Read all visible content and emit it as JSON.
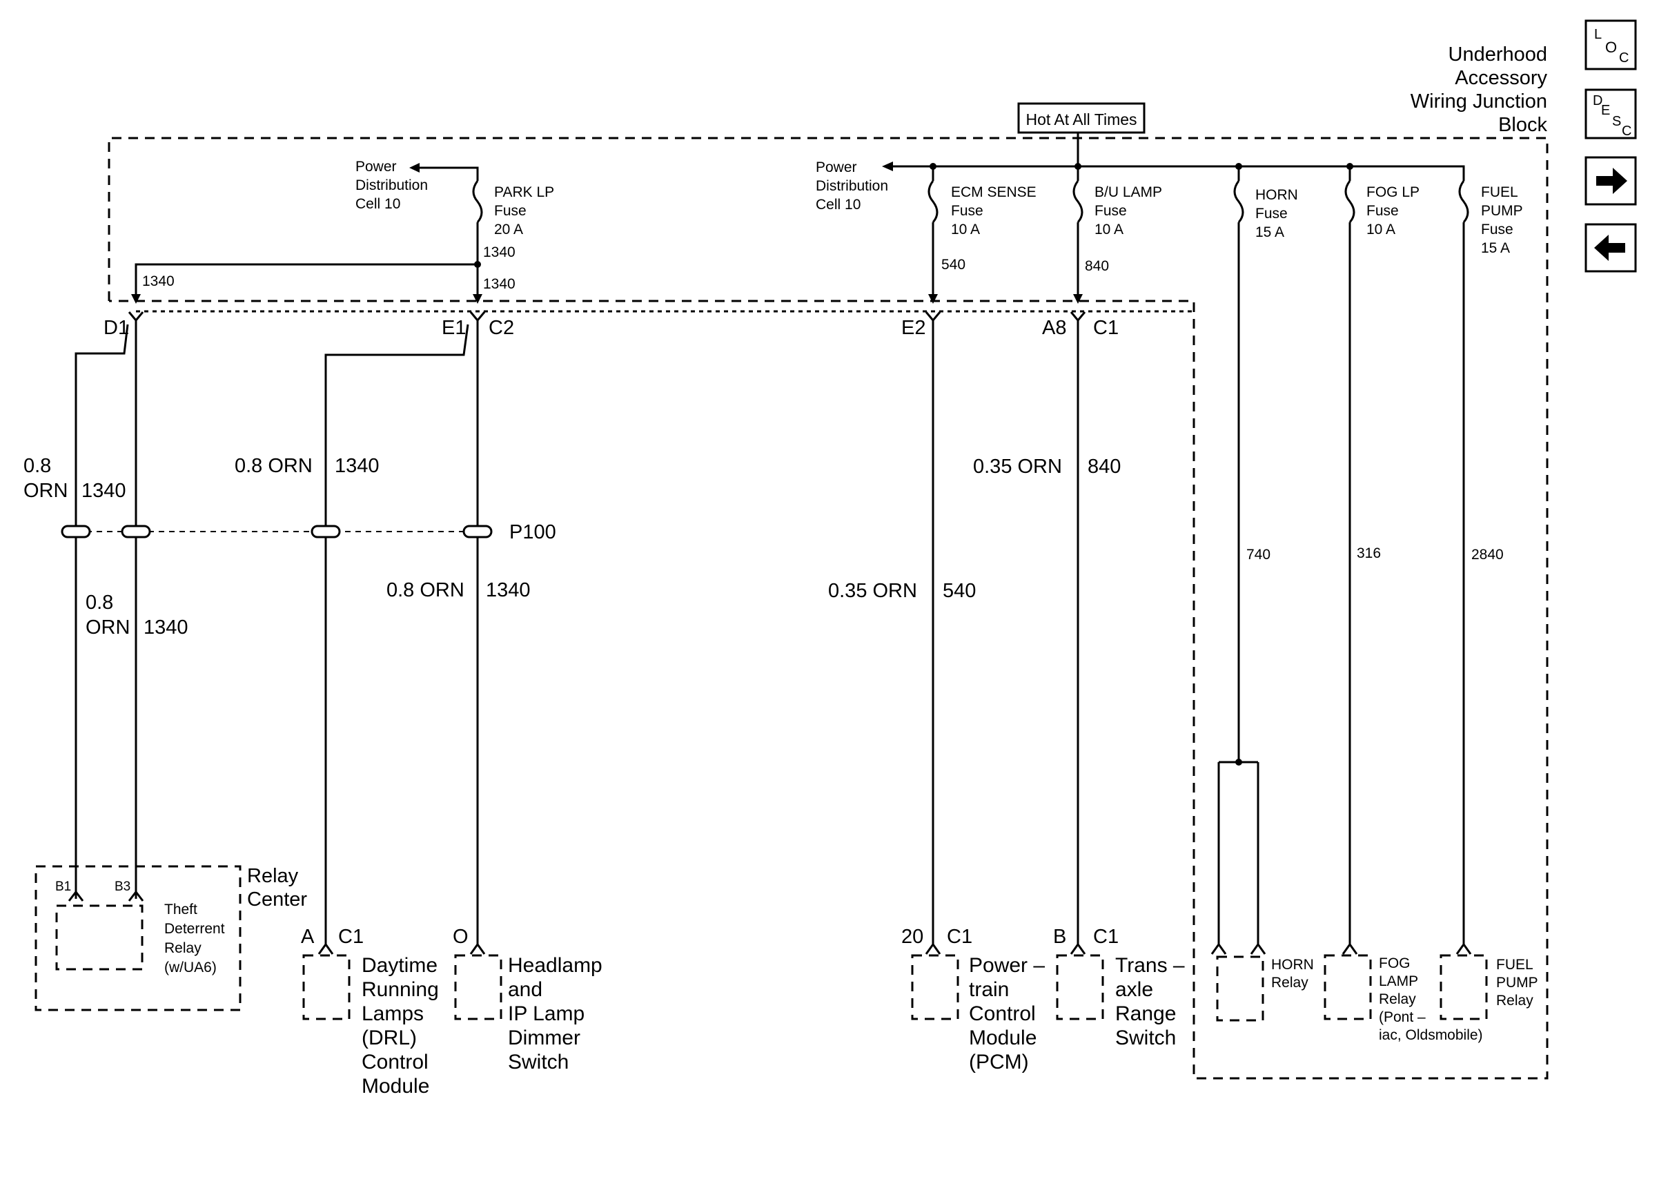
{
  "block_title": [
    "Underhood",
    "Accessory",
    "Wiring Junction",
    "Block"
  ],
  "hot_at_all_times": "Hot At All Times",
  "power_distribution": [
    "Power",
    "Distribution",
    "Cell 10"
  ],
  "nav": {
    "loc": {
      "sup": "L",
      "mid": "O",
      "sub": "C"
    },
    "desc": {
      "sup": "D",
      "mid": "E",
      "sub": "S",
      "sub2": "C"
    }
  },
  "fuses": {
    "park": [
      "PARK LP",
      "Fuse",
      "20 A"
    ],
    "ecm": [
      "ECM SENSE",
      "Fuse",
      "10 A"
    ],
    "bu": [
      "B/U LAMP",
      "Fuse",
      "10 A"
    ],
    "horn": [
      "HORN",
      "Fuse",
      "15 A"
    ],
    "fog": [
      "FOG LP",
      "Fuse",
      "10 A"
    ],
    "fuel": [
      "FUEL",
      "PUMP",
      "Fuse",
      "15 A"
    ]
  },
  "circuits": {
    "c1340": "1340",
    "c540": "540",
    "c840": "840",
    "c740": "740",
    "c316": "316",
    "c2840": "2840"
  },
  "connectors": {
    "d1": "D1",
    "e1": "E1",
    "c2": "C2",
    "e2": "E2",
    "a8": "A8",
    "c1": "C1",
    "p100": "P100",
    "b1": "B1",
    "b3": "B3",
    "a": "A",
    "o": "O",
    "n20": "20",
    "b": "B"
  },
  "wires": {
    "w08": "0.8",
    "orn": "ORN",
    "w08orn": "0.8 ORN",
    "w035orn": "0.35 ORN",
    "n1340": "1340",
    "n840": "840",
    "n540": "540"
  },
  "components": {
    "relay_center": [
      "Relay",
      "Center"
    ],
    "theft": [
      "Theft",
      "Deterrent",
      "Relay",
      "(w/UA6)"
    ],
    "drl": [
      "Daytime",
      "Running",
      "Lamps",
      "(DRL)",
      "Control",
      "Module"
    ],
    "headlamp": [
      "Headlamp",
      "and",
      "IP Lamp",
      "Dimmer",
      "Switch"
    ],
    "pcm": [
      "Power –",
      "train",
      "Control",
      "Module",
      "(PCM)"
    ],
    "trans": [
      "Trans –",
      "axle",
      "Range",
      "Switch"
    ],
    "horn_relay": [
      "HORN",
      "Relay"
    ],
    "fog_relay": [
      "FOG",
      "LAMP",
      "Relay",
      "(Pont –",
      "iac, Oldsmobile)"
    ],
    "fuel_relay": [
      "FUEL",
      "PUMP",
      "Relay"
    ]
  }
}
